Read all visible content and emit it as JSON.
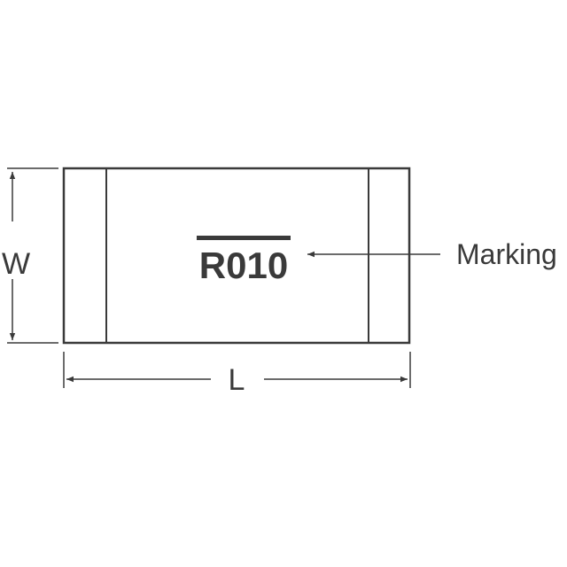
{
  "diagram": {
    "marking_text": "R010",
    "marking_label": "Marking",
    "width_label": "W",
    "length_label": "L",
    "line_color": "#3a3a3a"
  }
}
